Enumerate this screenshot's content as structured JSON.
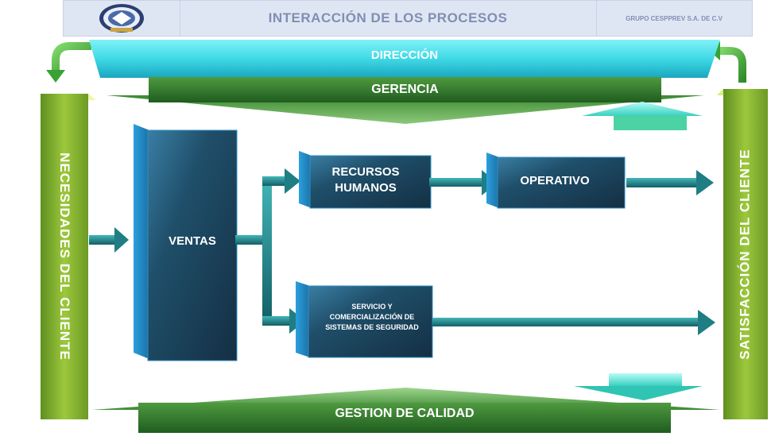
{
  "header": {
    "title": "INTERACCIÓN DE LOS PROCESOS",
    "company": "GRUPO CESPPREV S.A. DE C.V",
    "logo_icon": "emblem-seal-icon"
  },
  "diagram": {
    "direccion": "DIRECCIÓN",
    "gerencia": "GERENCIA",
    "gestion_calidad": "GESTION DE CALIDAD",
    "necesidades": "NECESIDADES DEL CLIENTE",
    "satisfaccion": "SATISFACCIÓN DEL CLIENTE",
    "ventas": "VENTAS",
    "recursos_line1": "RECURSOS",
    "recursos_line2": "HUMANOS",
    "operativo": "OPERATIVO",
    "servicio_line1": "SERVICIO Y",
    "servicio_line2": "COMERCIALIZACIÓN DE",
    "servicio_line3": "SISTEMAS DE SEGURIDAD"
  },
  "colors": {
    "cyan_bar": "#35d7e4",
    "green_bar": "#2f7a2a",
    "lime_column": "#8fb83a",
    "process_box": "#1c4a63",
    "process_edge": "#2f8fc7",
    "arrow_teal": "#1f7e84"
  }
}
